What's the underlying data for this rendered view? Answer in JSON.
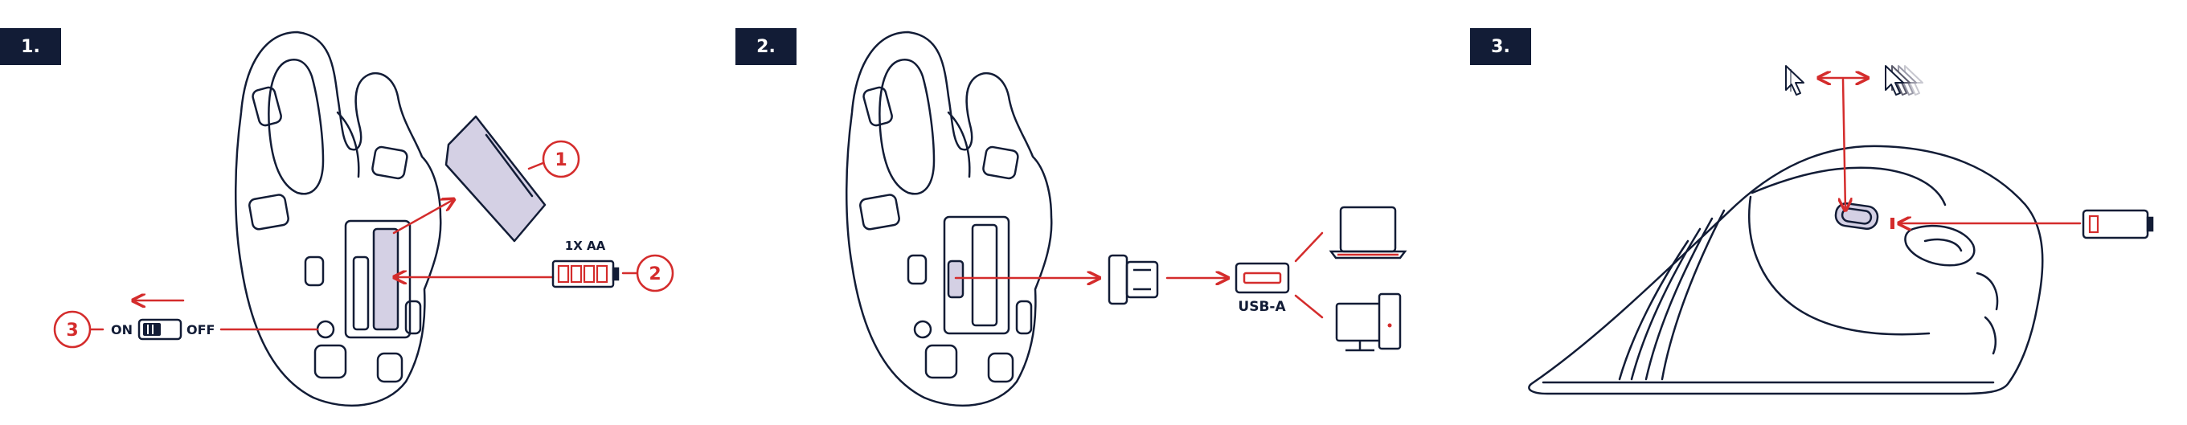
{
  "steps": [
    {
      "number": "1."
    },
    {
      "number": "2."
    },
    {
      "number": "3."
    }
  ],
  "callouts": {
    "c1": "1",
    "c2": "2",
    "c3": "3"
  },
  "labels": {
    "battery_spec": "1X AA",
    "switch_on": "ON",
    "switch_off": "OFF",
    "port": "USB-A"
  },
  "colors": {
    "accent": "#d42c2c",
    "ink": "#121c36",
    "fill": "#d4d0e4"
  },
  "icons": [
    "battery-icon",
    "cover-icon",
    "switch-icon",
    "receiver-icon",
    "usb-port-icon",
    "laptop-icon",
    "desktop-icon",
    "cursor-icon",
    "low-battery-icon",
    "dpi-button-icon"
  ]
}
